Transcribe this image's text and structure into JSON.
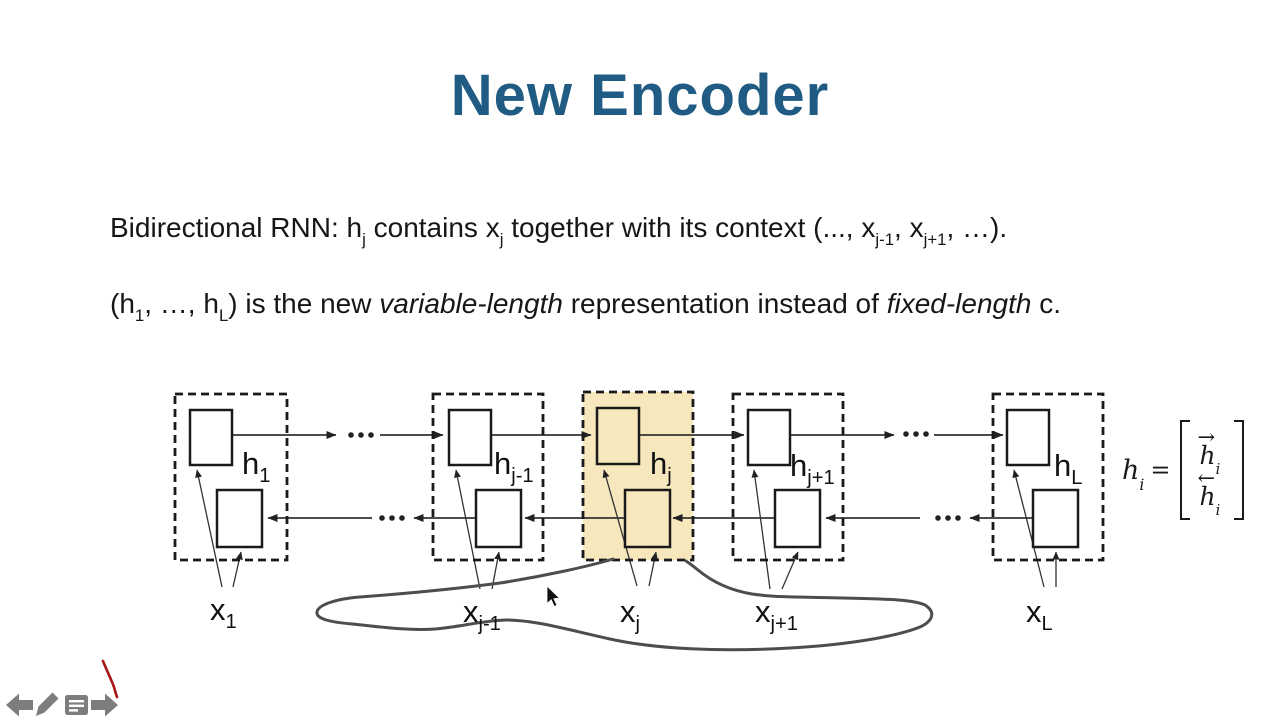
{
  "slide": {
    "title": "New Encoder",
    "line1_segments": [
      {
        "t": "Bidirectional RNN: h",
        "s": "n"
      },
      {
        "t": "j",
        "s": "sub"
      },
      {
        "t": " contains x",
        "s": "n"
      },
      {
        "t": "j",
        "s": "sub"
      },
      {
        "t": " together with its context (..., x",
        "s": "n"
      },
      {
        "t": "j-1",
        "s": "sub"
      },
      {
        "t": ", x",
        "s": "n"
      },
      {
        "t": "j+1",
        "s": "sub"
      },
      {
        "t": ", …).",
        "s": "n"
      }
    ],
    "line2_segments": [
      {
        "t": "(h",
        "s": "n"
      },
      {
        "t": "1",
        "s": "sub"
      },
      {
        "t": ", …, h",
        "s": "n"
      },
      {
        "t": "L",
        "s": "sub"
      },
      {
        "t": ") is the new ",
        "s": "n"
      },
      {
        "t": "variable-length",
        "s": "i"
      },
      {
        "t": " representation instead of ",
        "s": "n"
      },
      {
        "t": "fixed-length",
        "s": "i"
      },
      {
        "t": " c.",
        "s": "n"
      }
    ]
  },
  "diagram": {
    "columns": [
      {
        "h": "h",
        "h_sub": "1",
        "x": "x",
        "x_sub": "1",
        "highlighted": false
      },
      {
        "h": "h",
        "h_sub": "j-1",
        "x": "x",
        "x_sub": "j-1",
        "highlighted": false
      },
      {
        "h": "h",
        "h_sub": "j",
        "x": "x",
        "x_sub": "j",
        "highlighted": true
      },
      {
        "h": "h",
        "h_sub": "j+1",
        "x": "x",
        "x_sub": "j+1",
        "highlighted": false
      },
      {
        "h": "h",
        "h_sub": "L",
        "x": "x",
        "x_sub": "L",
        "highlighted": false
      }
    ],
    "highlight_color": "#f6e7bd",
    "blob_color": "#4d4d4d",
    "line_color": "#222222",
    "formula": {
      "lhs_base": "h",
      "lhs_sub": "i",
      "eq": "=",
      "rows": [
        {
          "arrow": "→",
          "base": "h",
          "sub": "i"
        },
        {
          "arrow": "←",
          "base": "h",
          "sub": "i"
        }
      ]
    }
  },
  "toolbar": {
    "icon_color": "#7d7d7d",
    "icons": [
      {
        "name": "previous-slide-arrow"
      },
      {
        "name": "pen-tool"
      },
      {
        "name": "notes-tool"
      },
      {
        "name": "next-slide-arrow"
      }
    ]
  },
  "annotations": {
    "pen_color": "#a81616"
  },
  "colors": {
    "title": "#1f5b83",
    "text": "#161616"
  }
}
